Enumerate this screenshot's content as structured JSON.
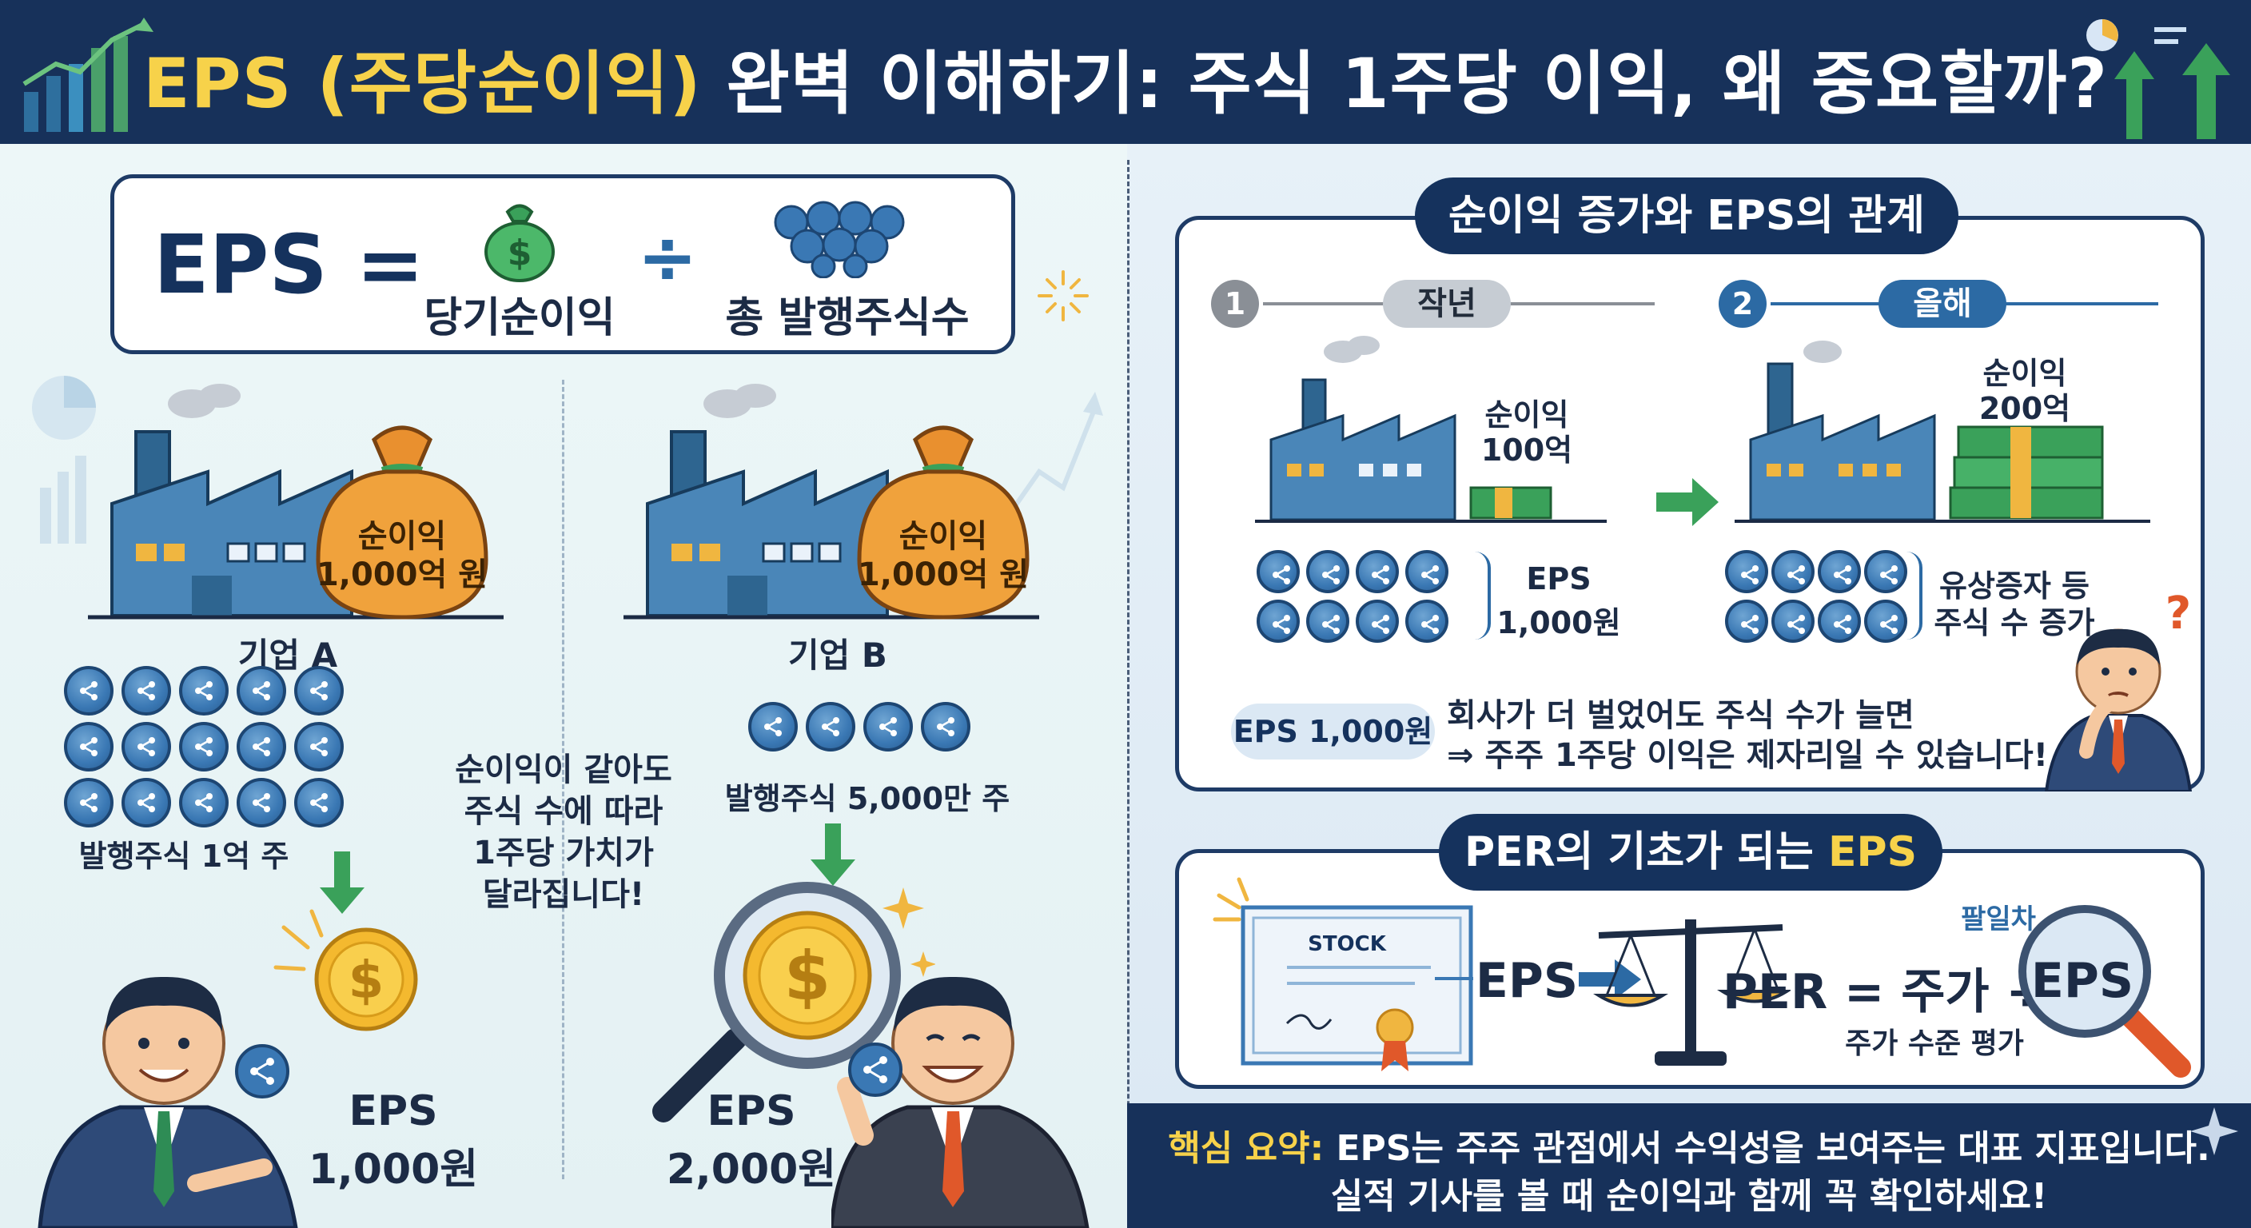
{
  "title": {
    "highlight": "EPS (주당순이익)",
    "rest": " 완벽 이해하기: 주식 1주당 이익, 왜 중요할까?"
  },
  "formula": {
    "lhs": "EPS =",
    "numerator_label": "당기순이익",
    "operator": "÷",
    "denominator_label": "총 발행주식수"
  },
  "company_a": {
    "bag_label_line1": "순이익",
    "bag_label_line2": "1,000억 원",
    "name": "기업 A",
    "shares_label": "발행주식 1억 주",
    "eps_label": "EPS",
    "eps_value": "1,000원"
  },
  "company_b": {
    "bag_label_line1": "순이익",
    "bag_label_line2": "1,000억 원",
    "name": "기업 B",
    "shares_label": "발행주식 5,000만 주",
    "eps_label": "EPS",
    "eps_value": "2,000원"
  },
  "middle_note": {
    "line1": "순이익이 같아도",
    "line2": "주식 수에 따라",
    "line3": "1주당 가치가",
    "line4": "달라집니다!"
  },
  "relation_section": {
    "title": "순이익 증가와 EPS의 관계",
    "step1_num": "1",
    "step1_label": "작년",
    "step2_num": "2",
    "step2_label": "올해",
    "last_year_profit_line1": "순이익",
    "last_year_profit_line2": "100억",
    "this_year_profit_line1": "순이익",
    "this_year_profit_line2": "200억",
    "eps_line1": "EPS",
    "eps_line2": "1,000원",
    "issue_line1": "유상증자 등",
    "issue_line2": "주식 수 증가",
    "badge": "EPS 1,000원",
    "note_line1": "회사가 더 벌었어도 주식 수가 늘면",
    "note_line2": "⇒ 주주 1주당 이익은 제자리일 수 있습니다!",
    "question_mark": "?"
  },
  "per_section": {
    "title_prefix": "PER의 기초가 되는 ",
    "title_hl": "EPS",
    "stock_label": "STOCK",
    "eps_text": "EPS",
    "formula": "PER = 주가 ÷",
    "formula_eps": "EPS",
    "caption": "주가 수준 평가",
    "magnifier_label": "팔일차"
  },
  "summary": {
    "hl": "핵심 요약:",
    "line1": " EPS는 주주 관점에서 수익성을 보여주는 대표 지표입니다.",
    "line2": "실적 기사를 볼 때 순이익과 함께 꼭 확인하세요!"
  },
  "colors": {
    "navy": "#17315a",
    "gold": "#f7d24a",
    "bag": "#e9902f",
    "coin_blue": "#3a78b4",
    "green": "#3aa15a"
  }
}
